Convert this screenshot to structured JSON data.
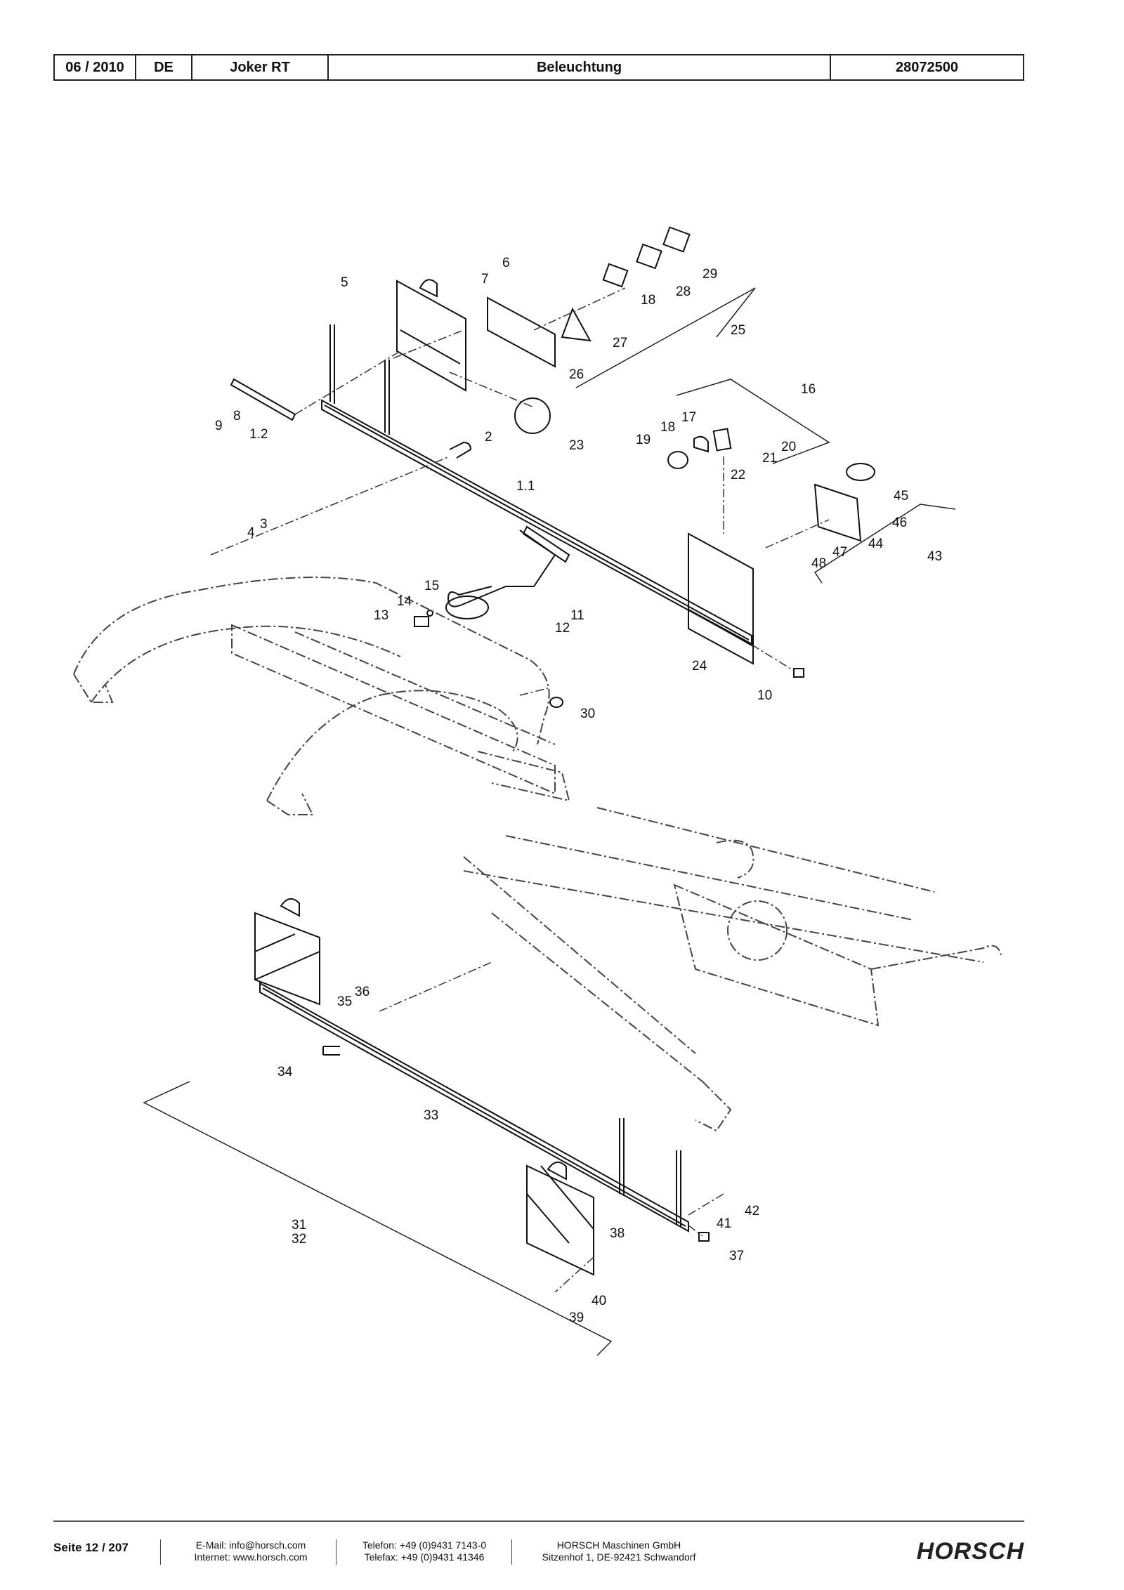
{
  "header": {
    "date": "06 / 2010",
    "lang": "DE",
    "model": "Joker RT",
    "title": "Beleuchtung",
    "number": "28072500"
  },
  "callouts": [
    "6",
    "7",
    "5",
    "29",
    "18",
    "28",
    "25",
    "27",
    "26",
    "23",
    "16",
    "8",
    "9",
    "1.2",
    "2",
    "17",
    "18",
    "19",
    "20",
    "21",
    "22",
    "1.1",
    "45",
    "46",
    "3",
    "4",
    "44",
    "43",
    "47",
    "48",
    "15",
    "14",
    "11",
    "13",
    "12",
    "24",
    "10",
    "30",
    "36",
    "35",
    "34",
    "33",
    "42",
    "41",
    "31",
    "32",
    "38",
    "37",
    "40",
    "39"
  ],
  "footer": {
    "page": "Seite 12 / 207",
    "email": "E-Mail: info@horsch.com",
    "internet": "Internet: www.horsch.com",
    "phone": "Telefon: +49 (0)9431 7143-0",
    "fax": "Telefax: +49 (0)9431 41346",
    "company": "HORSCH Maschinen GmbH",
    "address": "Sitzenhof 1, DE-92421 Schwandorf",
    "logo": "HORSCH"
  }
}
